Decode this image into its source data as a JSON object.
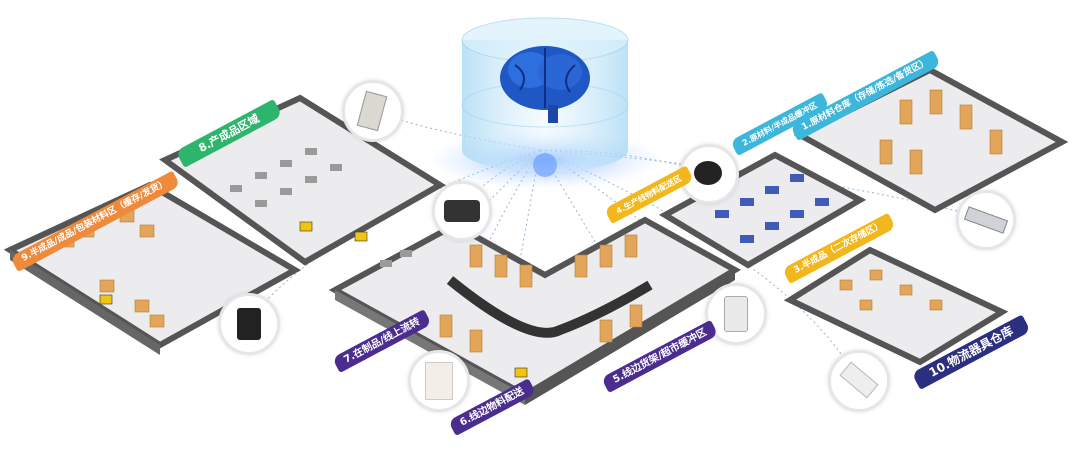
{
  "title": "Smart warehouse logistics zones",
  "center": {
    "icon": "brain-hologram-icon"
  },
  "zones": [
    {
      "id": 1,
      "label": "1.原材料仓库（存储/拣选/备货区）",
      "color": "#3db6dc"
    },
    {
      "id": 2,
      "label": "2.原材料/半成品缓冲区",
      "color": "#3db6dc"
    },
    {
      "id": 3,
      "label": "3.半成品（二次存储区）",
      "color": "#f2b71c"
    },
    {
      "id": 4,
      "label": "4.生产线物料配送区",
      "color": "#f2b71c"
    },
    {
      "id": 5,
      "label": "5.线边货架/超市缓冲区",
      "color": "#4b2d8f"
    },
    {
      "id": 6,
      "label": "6.线边物料配送",
      "color": "#4b2d8f"
    },
    {
      "id": 7,
      "label": "7.在制品/线上流转",
      "color": "#4b2d8f"
    },
    {
      "id": 8,
      "label": "8.产成品区域",
      "color": "#2db56b"
    },
    {
      "id": 9,
      "label": "9.半成品/成品/包装材料区（缓存/发货）",
      "color": "#ef8a3b"
    },
    {
      "id": 10,
      "label": "10.物流器具仓库",
      "color": "#2a2f80"
    }
  ],
  "devices": [
    "rfid-tag-icon",
    "rfid-reader-icon",
    "handheld-terminal-icon",
    "wearable-scanner-icon",
    "rfid-antenna-icon",
    "smart-tag-icon",
    "rfid-panel-icon",
    "label-tag-icon"
  ]
}
